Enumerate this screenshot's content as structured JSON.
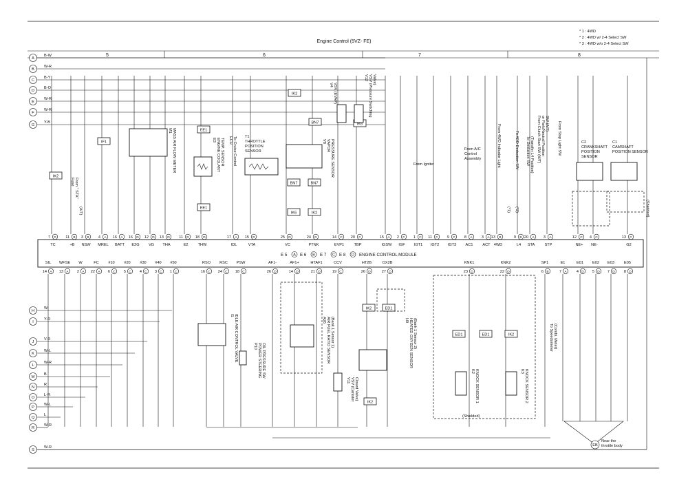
{
  "title": "Engine Control (5VZ- FE)",
  "notes": [
    "* 1 : 4WD",
    "* 2 : 4WD w/ 2-4 Select SW",
    "* 3 : 4WD w/o 2-4 Select SW"
  ],
  "sections": [
    "5",
    "6",
    "7",
    "8"
  ],
  "ecm_label": "ENGINE CONTROL MODULE",
  "ecm_ids": [
    "E 5",
    "A",
    "E 6",
    "B",
    "E 7",
    "C",
    "E 8",
    "D"
  ],
  "left_wires": [
    {
      "id": "A",
      "color": "B-W"
    },
    {
      "id": "B",
      "color": "W-R"
    },
    {
      "id": "C",
      "color": "B-Y"
    },
    {
      "id": "D",
      "color": "B-O"
    },
    {
      "id": "E",
      "color": "W-R"
    },
    {
      "id": "F",
      "color": "W-R"
    },
    {
      "id": "G",
      "color": "Y-B"
    }
  ],
  "bottom_wires": [
    {
      "id": "H",
      "color": "W"
    },
    {
      "id": "I",
      "color": "Y-R"
    },
    {
      "id": "J",
      "color": "V-R"
    },
    {
      "id": "K",
      "color": "W-L"
    },
    {
      "id": "L",
      "color": "W-R"
    },
    {
      "id": "M",
      "color": "B"
    },
    {
      "id": "N",
      "color": "R"
    },
    {
      "id": "O",
      "color": "L-R"
    },
    {
      "id": "P",
      "color": "W-L"
    },
    {
      "id": "Q",
      "color": "L"
    },
    {
      "id": "R",
      "color": "W-R"
    },
    {
      "id": "S",
      "color": "W-R"
    }
  ],
  "top_pins": [
    {
      "n": "7",
      "c": "D",
      "name": "TC"
    },
    {
      "n": "11",
      "c": "B",
      "name": "+B"
    },
    {
      "n": "3",
      "c": "B",
      "name": "NSW"
    },
    {
      "n": "4",
      "c": "A",
      "name": "MREL"
    },
    {
      "n": "16",
      "c": "A",
      "name": "BATT"
    },
    {
      "n": "16",
      "c": "D",
      "name": "E2G"
    },
    {
      "n": "12",
      "c": "D",
      "name": "VG"
    },
    {
      "n": "13",
      "c": "D",
      "name": "THA"
    },
    {
      "n": "11",
      "c": "D",
      "name": "E2"
    },
    {
      "n": "18",
      "c": "D",
      "name": "THW"
    },
    {
      "n": "17",
      "c": "A",
      "name": "IDL"
    },
    {
      "n": "15",
      "c": "D",
      "name": "VTA"
    },
    {
      "n": "25",
      "c": "D",
      "name": "VC"
    },
    {
      "n": "24",
      "c": "D",
      "name": "PTNK"
    },
    {
      "n": "14",
      "c": "C",
      "name": "EVP1"
    },
    {
      "n": "20",
      "c": "C",
      "name": "TBP"
    },
    {
      "n": "15",
      "c": "A",
      "name": "IGSW"
    },
    {
      "n": "2",
      "c": "C",
      "name": "IGF"
    },
    {
      "n": "1",
      "c": "C",
      "name": "IGT1"
    },
    {
      "n": "11",
      "c": "C",
      "name": "IGT2"
    },
    {
      "n": "9",
      "c": "C",
      "name": "IGT3"
    },
    {
      "n": "8",
      "c": "A",
      "name": "AC1"
    },
    {
      "n": "3",
      "c": "A",
      "name": "ACT"
    },
    {
      "n": "13",
      "c": "B",
      "name": "4WD"
    },
    {
      "n": "9",
      "c": "B",
      "name": "L4"
    },
    {
      "n": "20",
      "c": "A",
      "name": "STA"
    },
    {
      "n": "3",
      "c": "A",
      "name": "STP"
    },
    {
      "n": "12",
      "c": "C",
      "name": "NE+"
    },
    {
      "n": "4",
      "c": "C",
      "name": "NE-"
    },
    {
      "n": "13",
      "c": "C",
      "name": "G2"
    }
  ],
  "bottom_pins": [
    {
      "n": "14",
      "c": "A",
      "name": "SIL"
    },
    {
      "n": "13",
      "c": "A",
      "name": "WFSE"
    },
    {
      "n": "2",
      "c": "A",
      "name": "W"
    },
    {
      "n": "22",
      "c": "A",
      "name": "FC"
    },
    {
      "n": "6",
      "c": "C",
      "name": "#10"
    },
    {
      "n": "5",
      "c": "C",
      "name": "#20"
    },
    {
      "n": "4",
      "c": "C",
      "name": "#30"
    },
    {
      "n": "3",
      "c": "C",
      "name": "#40"
    },
    {
      "n": "1",
      "c": "C",
      "name": "#50"
    },
    {
      "n": "16",
      "c": "C",
      "name": "RSO"
    },
    {
      "n": "24",
      "c": "C",
      "name": "RSC"
    },
    {
      "n": "18",
      "c": "C",
      "name": "PSW"
    },
    {
      "n": "26",
      "c": "D",
      "name": "AF1-"
    },
    {
      "n": "14",
      "c": "D",
      "name": "AF1+"
    },
    {
      "n": "21",
      "c": "D",
      "name": "HTAF1"
    },
    {
      "n": "19",
      "c": "C",
      "name": "CCV"
    },
    {
      "n": "26",
      "c": "D",
      "name": "HT2B"
    },
    {
      "n": "27",
      "c": "D",
      "name": "OX2B"
    },
    {
      "n": "23",
      "c": "D",
      "name": "KNK1"
    },
    {
      "n": "22",
      "c": "D",
      "name": "KNK2"
    },
    {
      "n": "6",
      "c": "B",
      "name": "SP1"
    },
    {
      "n": "7",
      "c": "A",
      "name": "E1"
    },
    {
      "n": "4",
      "c": "D",
      "name": "E01"
    },
    {
      "n": "5",
      "c": "D",
      "name": "E02"
    },
    {
      "n": "7",
      "c": "D",
      "name": "E03"
    },
    {
      "n": "8",
      "c": "D",
      "name": "E05"
    }
  ],
  "components": {
    "maf": [
      "M1",
      "MASS AIR FLOW METER"
    ],
    "ect": [
      "E3",
      "ENGINE COOLANT",
      "TEMP. SENSOR"
    ],
    "tps": [
      "T1",
      "THROTTLE",
      "POSITION",
      "SENSOR"
    ],
    "vpres": [
      "V8",
      "VAPOR",
      "PRESSURE SENSOR"
    ],
    "vsv_evap": [
      "V4",
      "VSV (EVAP)"
    ],
    "vsv_press": [
      "V12",
      "VSV (Pressure Switching",
      "Valve)"
    ],
    "iac": [
      "I1",
      "IDLE AIR CONTROL VALVE"
    ],
    "ps": [
      "P10",
      "POWER STEERING",
      "OIL PRESSURE SW"
    ],
    "afs": [
      "A26",
      "AIR FUEL RATIO SENSOR",
      "(Bank 1 Sensor 1)"
    ],
    "ho2": [
      "H9",
      "HEATED OXYGEN SENSOR",
      "(Bank 1 Sensor 2)"
    ],
    "vsv_can": [
      "V11",
      "VSV (Canister",
      "Closed Valve)"
    ],
    "knk1": [
      "K2",
      "KNOCK SENSOR 1"
    ],
    "knk2": [
      "K3",
      "KNOCK SENSOR 2"
    ],
    "crank": [
      "C2",
      "CRANKSHAFT",
      "POSITION",
      "SENSOR"
    ],
    "cam": [
      "C1",
      "CAMSHAFT",
      "POSITION SENSOR"
    ]
  },
  "connectors": [
    "IK2",
    "IF1",
    "EE1",
    "EE1",
    "IK2",
    "BN7",
    "BN7",
    "BN7",
    "IK6",
    "IK6",
    "IK2",
    "IK2",
    "ED1",
    "ED1",
    "ED1",
    "IK2",
    "IK2"
  ],
  "labels": {
    "from_sta": [
      "From \" STA\"",
      "Fuse"
    ],
    "to_cruise": [
      "To Cruise Control",
      "ECU"
    ],
    "from_igniter": "From Igniter",
    "from_ac": [
      "From A/C",
      "Control",
      "Assembly"
    ],
    "from_4wd": "From 4WD Indicator Light",
    "to_add": "To ADD Deduction SW",
    "to_ob": [
      "To Deduction SW",
      "(Transfer L4 Position)"
    ],
    "from_clutch": [
      "From Clutch Start SW (M/T)",
      "or Park/Neutral Position",
      "SW (A/T)"
    ],
    "from_stop": "From Stop Light SW",
    "to_speedo": [
      "To Speedometer",
      "(Combi. Meter)"
    ],
    "shielded": "(Shielded)",
    "ground": "EB",
    "ground_note": [
      "Near the",
      "throttle body"
    ],
    "at": "(A/T)",
    "mt": "*3",
    "star1": "(*1)",
    "star2": "(*2)"
  }
}
